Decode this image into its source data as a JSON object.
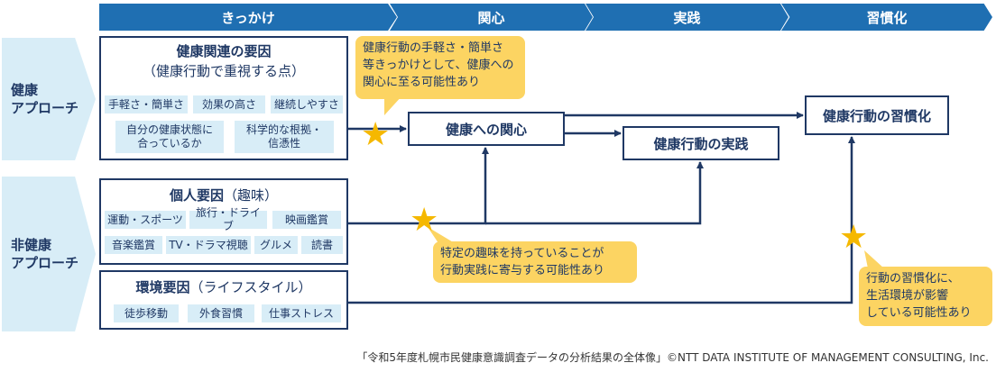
{
  "stages": [
    "きっかけ",
    "関心",
    "実践",
    "習慣化"
  ],
  "rows": {
    "health_approach": "健康\nアプローチ",
    "non_health_approach": "非健康\nアプローチ"
  },
  "health_factors": {
    "title": "健康関連の要因",
    "subtitle": "（健康行動で重視する点）",
    "chips": [
      "手軽さ・簡単さ",
      "効果の高さ",
      "継続しやすさ",
      "自分の健康状態に\n合っているか",
      "科学的な根拠・\n信憑性"
    ]
  },
  "personal_factors": {
    "title": "個人要因",
    "subtitle": "（趣味）",
    "chips": [
      "運動・スポーツ",
      "旅行・ドライブ",
      "映画鑑賞",
      "音楽鑑賞",
      "TV・ドラマ視聴",
      "グルメ",
      "読書"
    ]
  },
  "environment_factors": {
    "title": "環境要因",
    "subtitle": "（ライフスタイル）",
    "chips": [
      "徒歩移動",
      "外食習慣",
      "仕事ストレス"
    ]
  },
  "nodes": {
    "interest": "健康への関心",
    "practice": "健康行動の実践",
    "habit": "健康行動の習慣化"
  },
  "callouts": {
    "trigger": "健康行動の手軽さ・簡単さ\n等きっかけとして、健康への\n関心に至る可能性あり",
    "hobby": "特定の趣味を持っていることが\n行動実践に寄与する可能性あり",
    "habit": "行動の習慣化に、\n生活環境が影響\nしている可能性あり"
  },
  "source": "「令和5年度札幌市民健康意識調査データの分析結果の全体像」©NTT DATA INSTITUTE OF MANAGEMENT CONSULTING, Inc.",
  "colors": {
    "header_blue": "#1f6fb2",
    "navy": "#1f3864",
    "light_blue": "#d8edf7",
    "callout_yellow": "#fcd462",
    "star_gold": "#f5b800"
  }
}
